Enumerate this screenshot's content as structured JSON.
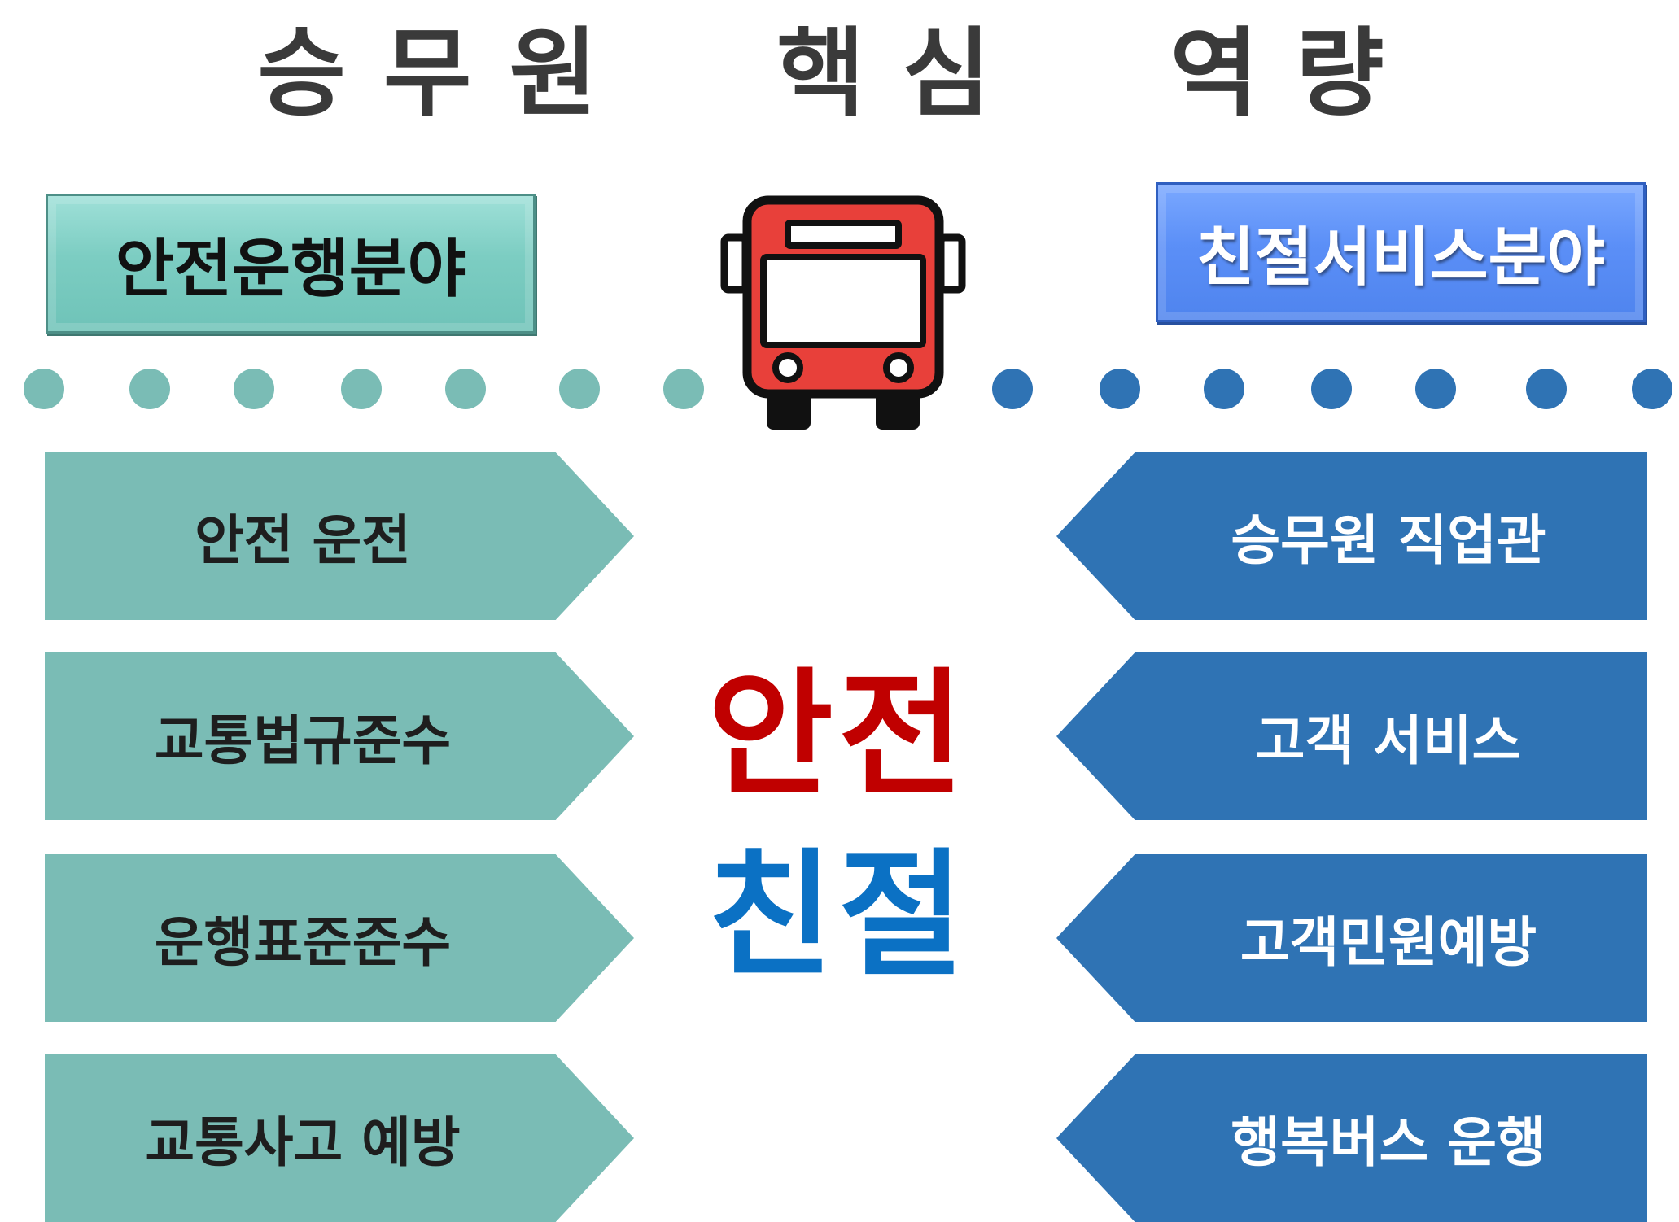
{
  "title": "승무원  핵심  역량",
  "left": {
    "header": "안전운행분야",
    "items": [
      {
        "label": "안전 운전"
      },
      {
        "label": "교통법규준수"
      },
      {
        "label": "운행표준준수"
      },
      {
        "label": "교통사고 예방"
      }
    ]
  },
  "right": {
    "header": "친절서비스분야",
    "items": [
      {
        "label": "승무원 직업관"
      },
      {
        "label": "고객 서비스"
      },
      {
        "label": "고객민원예방"
      },
      {
        "label": "행복버스 운행"
      }
    ]
  },
  "center": {
    "top": "안전",
    "bottom": "친절"
  },
  "colors": {
    "left_dots": "#7abcb5",
    "right_dots": "#2f73b4",
    "bus_red": "#e8403a",
    "bus_outline": "#111111"
  },
  "icons": {
    "center": "bus-icon"
  }
}
